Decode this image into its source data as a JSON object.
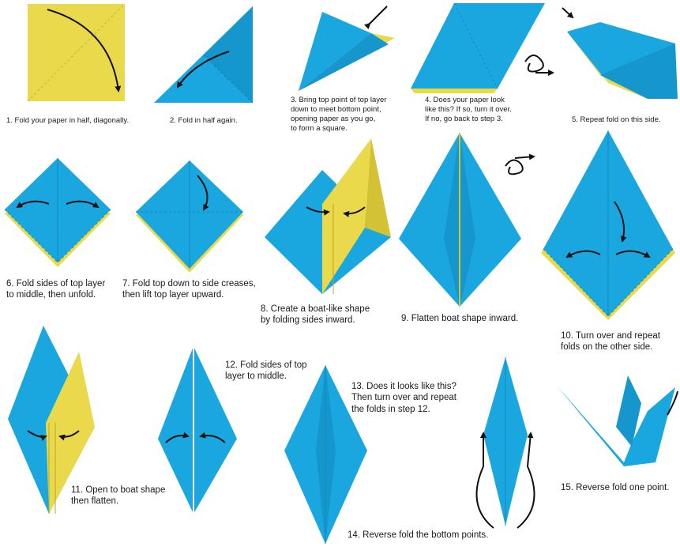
{
  "colors": {
    "blue": "#1aa7df",
    "blue_dark": "#1289bd",
    "yellow": "#ead94a",
    "yellow_dark": "#cfbd2e",
    "arrow": "#111111"
  },
  "steps": [
    {
      "lines": [
        "1. Fold your paper in half, diagonally."
      ]
    },
    {
      "lines": [
        "2. Fold in half again."
      ]
    },
    {
      "lines": [
        "3. Bring top point of top layer",
        "down to meet bottom point,",
        "opening paper as you go,",
        "to form a square."
      ]
    },
    {
      "lines": [
        "4. Does your paper look",
        "like this? If so, turn it over.",
        "If no, go back to step 3."
      ]
    },
    {
      "lines": [
        "5. Repeat fold on this side."
      ]
    },
    {
      "lines": [
        "6. Fold sides of top layer",
        "to middle, then unfold."
      ]
    },
    {
      "lines": [
        "7. Fold top down to side creases,",
        "then lift top layer upward."
      ]
    },
    {
      "lines": [
        "8. Create a boat-like shape",
        "by folding sides inward."
      ]
    },
    {
      "lines": [
        "9. Flatten boat shape inward."
      ]
    },
    {
      "lines": [
        "10. Turn over and repeat",
        "folds on the other side."
      ]
    },
    {
      "lines": [
        "11. Open to boat shape",
        "then flatten."
      ]
    },
    {
      "lines": [
        "12. Fold sides of top",
        "layer to middle."
      ]
    },
    {
      "lines": [
        "13. Does it looks like this?",
        "Then turn over and repeat",
        "the folds in step 12."
      ]
    },
    {
      "lines": [
        "14. Reverse fold the bottom points."
      ]
    },
    {
      "lines": [
        "15. Reverse fold one point."
      ]
    }
  ]
}
